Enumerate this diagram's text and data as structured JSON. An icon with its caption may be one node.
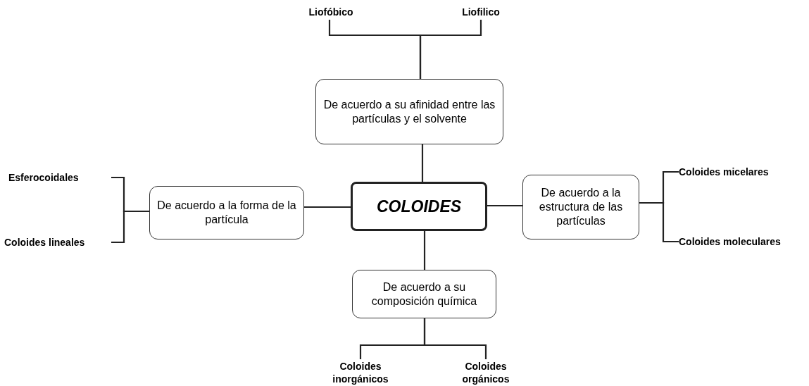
{
  "diagram": {
    "nodes": [
      {
        "text": [
          "COLOIDES"
        ]
      },
      {
        "text": [
          "De acuerdo a su afinidad entre las partículas y el solvente"
        ]
      },
      {
        "text": [
          "De acuerdo a la forma de la partícula"
        ]
      },
      {
        "text": [
          "De acuerdo a la estructura de las partículas"
        ]
      },
      {
        "text": [
          "De acuerdo a su composición química"
        ]
      },
      {
        "text": [
          "Liofóbico"
        ]
      },
      {
        "text": [
          "Liofilico"
        ]
      },
      {
        "text": [
          "Esferocoidales"
        ]
      },
      {
        "text": [
          "Coloides lineales"
        ]
      },
      {
        "text": [
          "Coloides micelares"
        ]
      },
      {
        "text": [
          "Coloides moleculares"
        ]
      },
      {
        "text": [
          "Coloides inorgánicos"
        ]
      },
      {
        "text": [
          "Coloides orgánicos"
        ]
      }
    ],
    "edges": [
      {
        "from": 0,
        "to": 1,
        "arrow": "none"
      },
      {
        "from": 0,
        "to": 2,
        "arrow": "none"
      },
      {
        "from": 0,
        "to": 3,
        "arrow": "none"
      },
      {
        "from": 0,
        "to": 4,
        "arrow": "none"
      },
      {
        "from": 1,
        "to": 5,
        "arrow": "none"
      },
      {
        "from": 1,
        "to": 6,
        "arrow": "none"
      },
      {
        "from": 2,
        "to": 7,
        "arrow": "none"
      },
      {
        "from": 2,
        "to": 8,
        "arrow": "none"
      },
      {
        "from": 3,
        "to": 9,
        "arrow": "none"
      },
      {
        "from": 3,
        "to": 10,
        "arrow": "none"
      },
      {
        "from": 4,
        "to": 11,
        "arrow": "none"
      },
      {
        "from": 4,
        "to": 12,
        "arrow": "none"
      }
    ]
  }
}
